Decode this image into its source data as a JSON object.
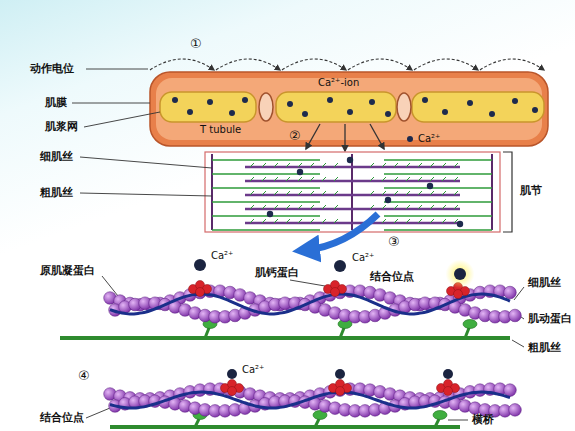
{
  "diagram": {
    "labels": [
      "①",
      "动作电位",
      "Ca²⁺-ion",
      "肌膜",
      "T tubule",
      "肌浆网",
      "②",
      "Ca²⁺",
      "细肌丝",
      "肌节",
      "粗肌丝",
      "Ca²⁺",
      "③",
      "原肌凝蛋白",
      "肌钙蛋白",
      "Ca²⁺",
      "结合位点",
      "细肌丝",
      "肌动蛋白",
      "粗肌丝",
      "④",
      "Ca²⁺",
      "结合位点",
      "横桥"
    ]
  }
}
